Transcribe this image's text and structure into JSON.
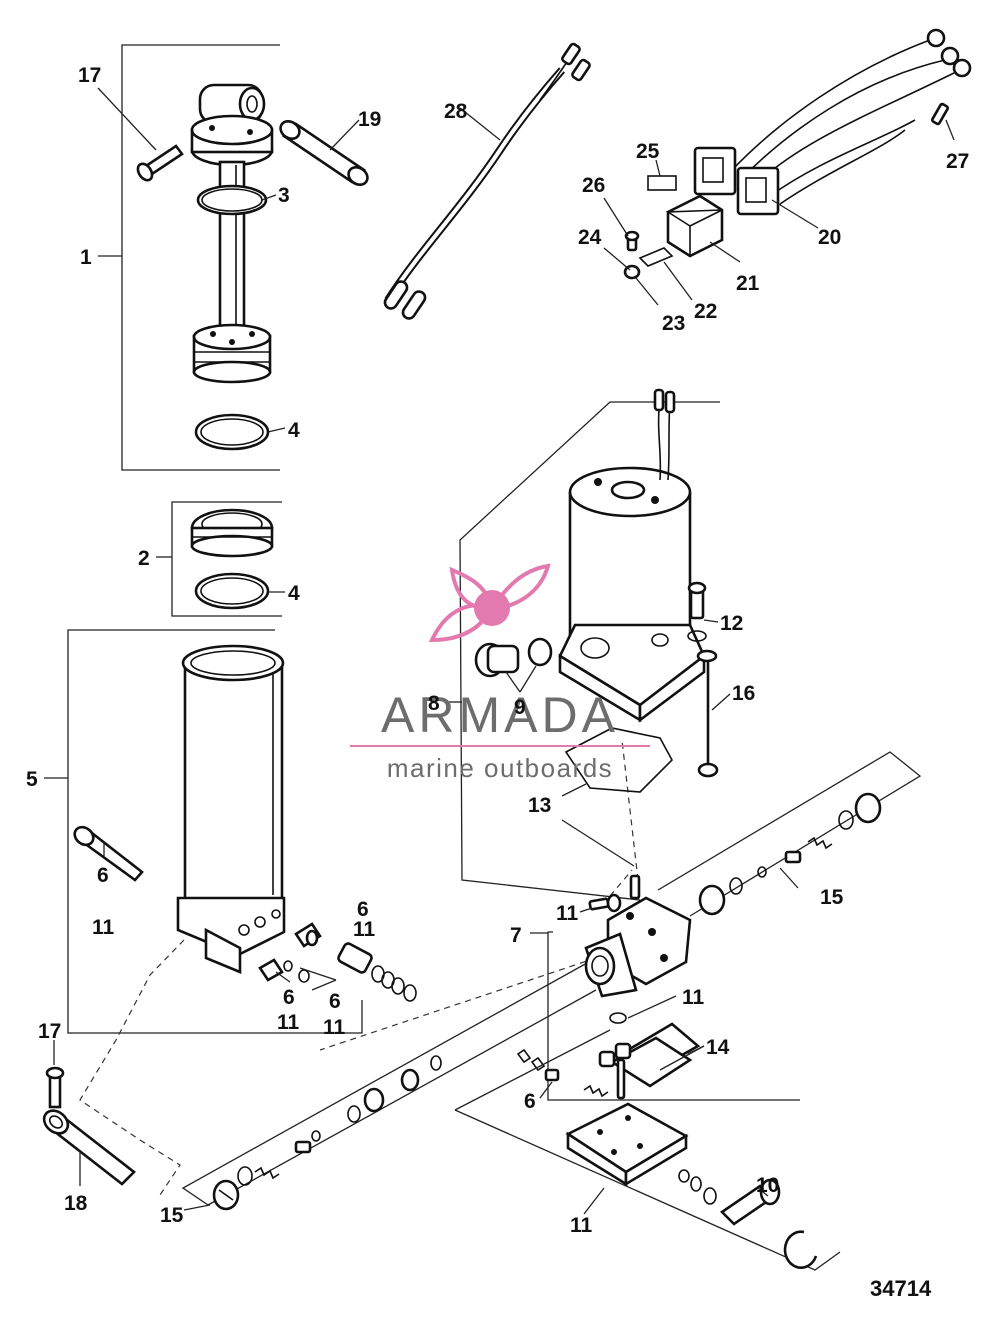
{
  "labels": {
    "p1": "1",
    "p2": "2",
    "p3": "3",
    "p4a": "4",
    "p4b": "4",
    "p5": "5",
    "p6a": "6",
    "p11a": "11",
    "p6b": "6",
    "p11b": "11",
    "p6c": "6",
    "p11c": "11",
    "p6d": "6",
    "p11d": "11",
    "p6e": "6",
    "p7": "7",
    "p8": "8",
    "p9": "9",
    "p10": "10",
    "p11e": "11",
    "p11f": "11",
    "p11g": "11",
    "p12": "12",
    "p13": "13",
    "p14": "14",
    "p15a": "15",
    "p15b": "15",
    "p16": "16",
    "p17a": "17",
    "p17b": "17",
    "p18": "18",
    "p19": "19",
    "p20": "20",
    "p21": "21",
    "p22": "22",
    "p23": "23",
    "p24": "24",
    "p25": "25",
    "p26": "26",
    "p27": "27",
    "p28": "28"
  },
  "watermark": {
    "title": "ARMADA",
    "subtitle": "marine outboards",
    "accent_color": "#e27ab0"
  },
  "figure_number": "34714"
}
